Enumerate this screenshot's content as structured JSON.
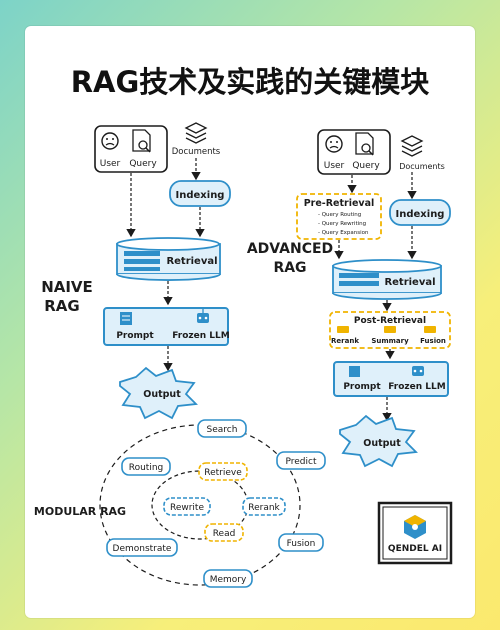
{
  "title": "RAG技术及实践的关键模块",
  "naive": {
    "label_line1": "NAIVE",
    "label_line2": "RAG",
    "user": "User",
    "query": "Query",
    "documents": "Documents",
    "indexing": "Indexing",
    "retrieval": "Retrieval",
    "prompt": "Prompt",
    "frozen_llm": "Frozen LLM",
    "output": "Output"
  },
  "advanced": {
    "label_line1": "ADVANCED",
    "label_line2": "RAG",
    "user": "User",
    "query": "Query",
    "documents": "Documents",
    "pre_retrieval": "Pre-Retrieval",
    "pre_items": [
      "- Query Routing",
      "- Query Rewriting",
      "- Query Expansion"
    ],
    "indexing": "Indexing",
    "retrieval": "Retrieval",
    "post_retrieval": "Post-Retrieval",
    "rerank": "Rerank",
    "summary": "Summary",
    "fusion": "Fusion",
    "prompt": "Prompt",
    "frozen_llm": "Frozen LLM",
    "output": "Output"
  },
  "modular": {
    "label": "MODULAR RAG",
    "outer": [
      "Search",
      "Predict",
      "Fusion",
      "Memory",
      "Demonstrate",
      "Routing"
    ],
    "inner": [
      "Retrieve",
      "Rerank",
      "Read",
      "Rewrite"
    ]
  },
  "logo": {
    "text": "QENDEL AI"
  },
  "colors": {
    "blue": "#2e8fc9",
    "blue_fill": "#dff0fa",
    "yellow": "#f0b400",
    "yellow_fill": "#fff4cc",
    "ink": "#1c1c1c"
  }
}
